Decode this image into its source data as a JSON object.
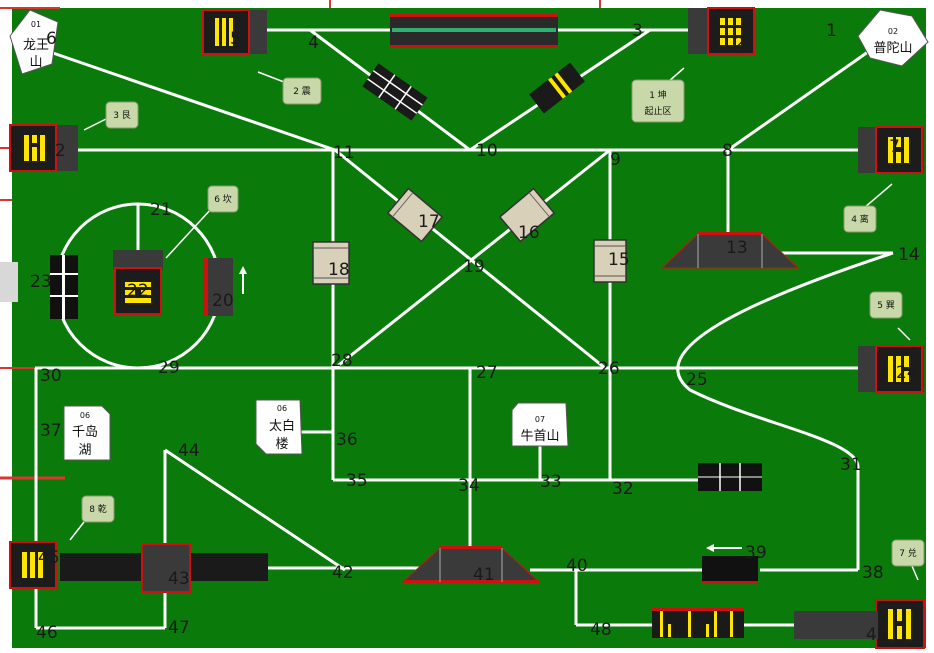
{
  "colors": {
    "field": "#0a7a0a",
    "road": "#ffffff",
    "station_border": "#cc1111",
    "station_fill": "#1c1c1c",
    "trigram_bar": "#ffe600",
    "bubble": "#c8d8a8"
  },
  "node_labels": {
    "n1": "1",
    "n2": "2",
    "n3": "3",
    "n4": "4",
    "n5": "5",
    "n6": "6",
    "n7": "7",
    "n8": "8",
    "n9": "9",
    "n10": "10",
    "n11": "11",
    "n12": "12",
    "n13": "13",
    "n14": "14",
    "n15": "15",
    "n16": "16",
    "n17": "17",
    "n18": "18",
    "n19": "19",
    "n20": "20",
    "n21": "21",
    "n22": "22",
    "n23": "23",
    "n24": "24",
    "n25": "25",
    "n26": "26",
    "n27": "27",
    "n28": "28",
    "n29": "29",
    "n30": "30",
    "n31": "31",
    "n32": "32",
    "n33": "33",
    "n34": "34",
    "n35": "35",
    "n36": "36",
    "n37": "37",
    "n38": "38",
    "n39": "39",
    "n40": "40",
    "n41": "41",
    "n42": "42",
    "n43": "43",
    "n44": "44",
    "n45": "45",
    "n46": "46",
    "n47": "47",
    "n48": "48",
    "n49": "49"
  },
  "landmarks": {
    "longshan": {
      "code": "01",
      "line1": "龙王",
      "line2": "山"
    },
    "putuoshan": {
      "code": "02",
      "line1": "普陀山"
    },
    "qiandaohu": {
      "code": "06",
      "line1": "千岛",
      "line2": "湖"
    },
    "taibailou": {
      "code": "06",
      "line1": "太白",
      "line2": "楼"
    },
    "niushoushan": {
      "code": "07",
      "line1": "牛首山"
    }
  },
  "bubbles": {
    "zhen": "2 震",
    "gen": "3 艮",
    "kun": {
      "line1": "1 坤",
      "line2": "起止区"
    },
    "kan": "6 坎",
    "li": "4 离",
    "xun": "5 巽",
    "qian": "8 乾",
    "dui": "7 兑"
  }
}
